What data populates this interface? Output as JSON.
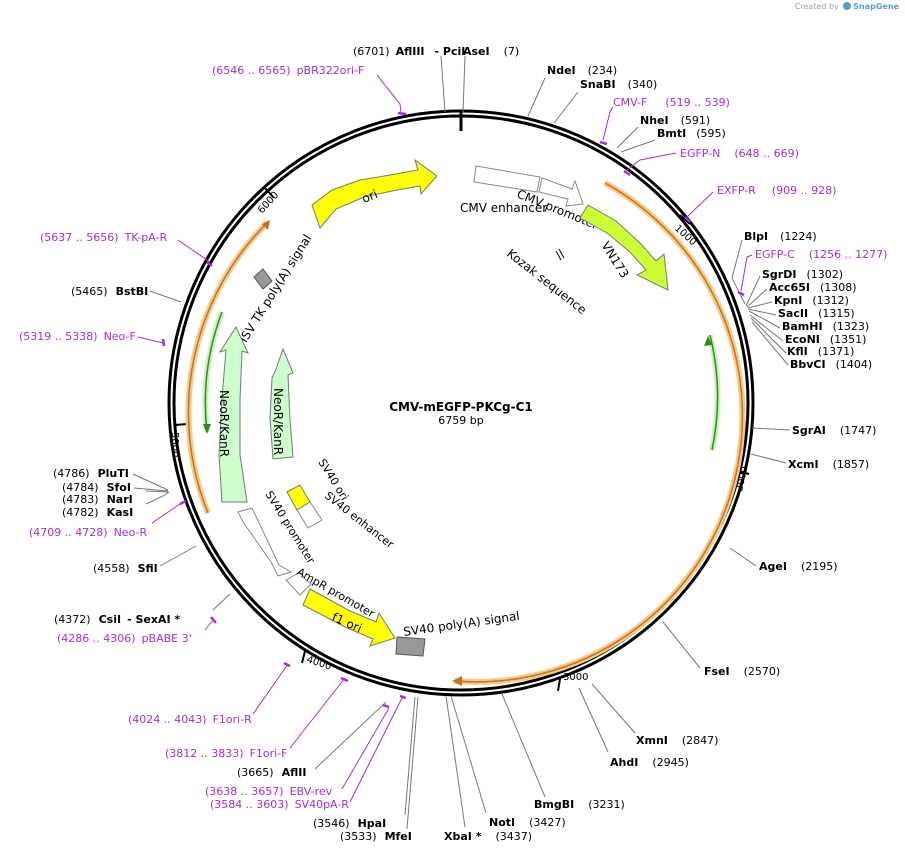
{
  "credit": {
    "prefix": "Created by",
    "brand": "SnapGene"
  },
  "plasmid": {
    "name": "CMV-mEGFP-PKCg-C1",
    "size": "6759 bp"
  },
  "ticks": [
    "1000",
    "2000",
    "3000",
    "4000",
    "5000",
    "6000"
  ],
  "sites": [
    {
      "name": "AflIII",
      "pos": "(6701)"
    },
    {
      "name": "- PciI",
      "pos": ""
    },
    {
      "name": "AseI",
      "pos": "(7)"
    },
    {
      "name": "NdeI",
      "pos": "(234)"
    },
    {
      "name": "SnaBI",
      "pos": "(340)"
    },
    {
      "name": "NheI",
      "pos": "(591)"
    },
    {
      "name": "BmtI",
      "pos": "(595)"
    },
    {
      "name": "BlpI",
      "pos": "(1224)"
    },
    {
      "name": "SgrDI",
      "pos": "(1302)"
    },
    {
      "name": "Acc65I",
      "pos": "(1308)"
    },
    {
      "name": "KpnI",
      "pos": "(1312)"
    },
    {
      "name": "SacII",
      "pos": "(1315)"
    },
    {
      "name": "BamHI",
      "pos": "(1323)"
    },
    {
      "name": "EcoNI",
      "pos": "(1351)"
    },
    {
      "name": "KflI",
      "pos": "(1371)"
    },
    {
      "name": "BbvCI",
      "pos": "(1404)"
    },
    {
      "name": "SgrAI",
      "pos": "(1747)"
    },
    {
      "name": "XcmI",
      "pos": "(1857)"
    },
    {
      "name": "AgeI",
      "pos": "(2195)"
    },
    {
      "name": "FseI",
      "pos": "(2570)"
    },
    {
      "name": "XmnI",
      "pos": "(2847)"
    },
    {
      "name": "AhdI",
      "pos": "(2945)"
    },
    {
      "name": "BmgBI",
      "pos": "(3231)"
    },
    {
      "name": "NotI",
      "pos": "(3427)"
    },
    {
      "name": "XbaI *",
      "pos": "(3437)"
    },
    {
      "name": "HpaI",
      "pos": "(3546)"
    },
    {
      "name": "MfeI",
      "pos": "(3533)"
    },
    {
      "name": "AflII",
      "pos": "(3665)"
    },
    {
      "name": "SfiI",
      "pos": "(4558)"
    },
    {
      "name": "CsiI",
      "pos": "(4372)"
    },
    {
      "name": "- SexAI *",
      "pos": ""
    },
    {
      "name": "KasI",
      "pos": "(4782)"
    },
    {
      "name": "NarI",
      "pos": "(4783)"
    },
    {
      "name": "SfoI",
      "pos": "(4784)"
    },
    {
      "name": "PluTI",
      "pos": "(4786)"
    },
    {
      "name": "BstBI",
      "pos": "(5465)"
    }
  ],
  "primers": [
    {
      "name": "pBR322ori-F",
      "pos": "(6546 .. 6565)"
    },
    {
      "name": "CMV-F",
      "pos": "(519 .. 539)"
    },
    {
      "name": "EGFP-N",
      "pos": "(648 .. 669)"
    },
    {
      "name": "EXFP-R",
      "pos": "(909 .. 928)"
    },
    {
      "name": "EGFP-C",
      "pos": "(1256 .. 1277)"
    },
    {
      "name": "TK-pA-R",
      "pos": "(5637 .. 5656)"
    },
    {
      "name": "Neo-F",
      "pos": "(5319 .. 5338)"
    },
    {
      "name": "Neo-R",
      "pos": "(4709 .. 4728)"
    },
    {
      "name": "pBABE 3'",
      "pos": "(4286 .. 4306)"
    },
    {
      "name": "F1ori-R",
      "pos": "(4024 .. 4043)"
    },
    {
      "name": "F1ori-F",
      "pos": "(3812 .. 3833)"
    },
    {
      "name": "EBV-rev",
      "pos": "(3638 .. 3657)"
    },
    {
      "name": "SV40pA-R",
      "pos": "(3584 .. 3603)"
    }
  ],
  "features": [
    {
      "name": "ori",
      "color": "#ffff00"
    },
    {
      "name": "CMV enhancer",
      "color": "#ffffff"
    },
    {
      "name": "CMV promoter",
      "color": "#ffffff"
    },
    {
      "name": "Kozak sequence",
      "color": "#ffffff"
    },
    {
      "name": "VN173",
      "color": "#ccff33"
    },
    {
      "name": "HSV TK poly(A) signal",
      "color": "#999999"
    },
    {
      "name": "NeoR/KanR",
      "color": "#ccffcc"
    },
    {
      "name": "NeoR/KanR",
      "color": "#ccffcc"
    },
    {
      "name": "SV40 ori",
      "color": "#ffff00"
    },
    {
      "name": "SV40 enhancer",
      "color": "#ffffff"
    },
    {
      "name": "SV40 promoter",
      "color": "#ffffff"
    },
    {
      "name": "AmpR promoter",
      "color": "#ffffff"
    },
    {
      "name": "f1 ori",
      "color": "#ffff00"
    },
    {
      "name": "SV40 poly(A) signal",
      "color": "#999999"
    }
  ],
  "colors": {
    "backbone": "#000000",
    "primer": "#a12ee0",
    "orf_highlight": "#f5c987",
    "orf_line": "#c8721a",
    "green": "#2e8b1e"
  }
}
